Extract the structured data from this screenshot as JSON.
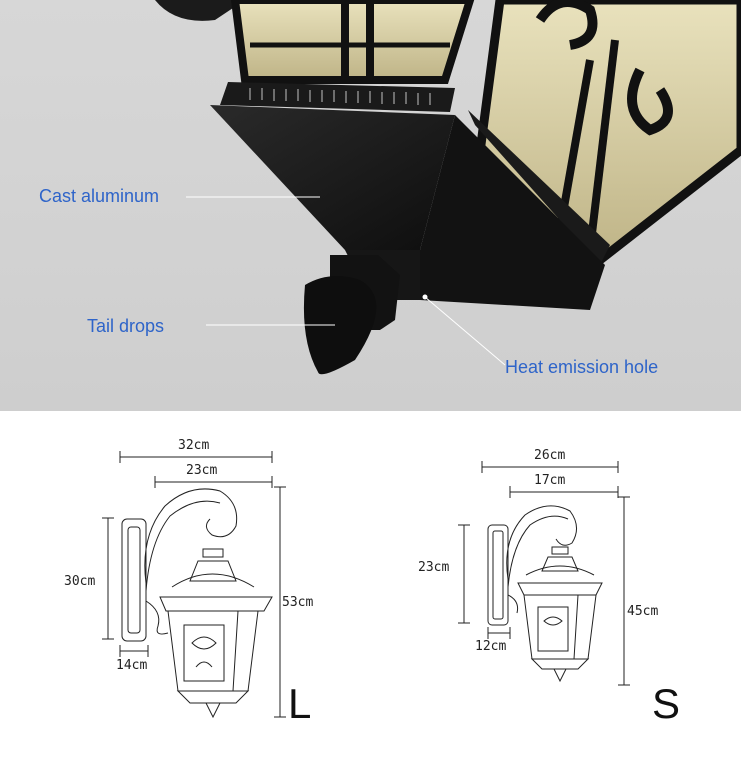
{
  "callouts": {
    "cast_aluminum": "Cast aluminum",
    "tail_drops": "Tail drops",
    "heat_emission_hole": "Heat emission hole"
  },
  "sizes": {
    "large": {
      "letter": "L",
      "total_width": "32cm",
      "lantern_width": "23cm",
      "bracket_height": "30cm",
      "total_height": "53cm",
      "projection": "14cm"
    },
    "small": {
      "letter": "S",
      "total_width": "26cm",
      "lantern_width": "17cm",
      "bracket_height": "23cm",
      "total_height": "45cm",
      "projection": "12cm"
    }
  },
  "colors": {
    "callout_text": "#2e64c9",
    "lamp_body": "#1c1c1c",
    "glass": "#d8cfa0",
    "background": "#d4d4d4"
  }
}
